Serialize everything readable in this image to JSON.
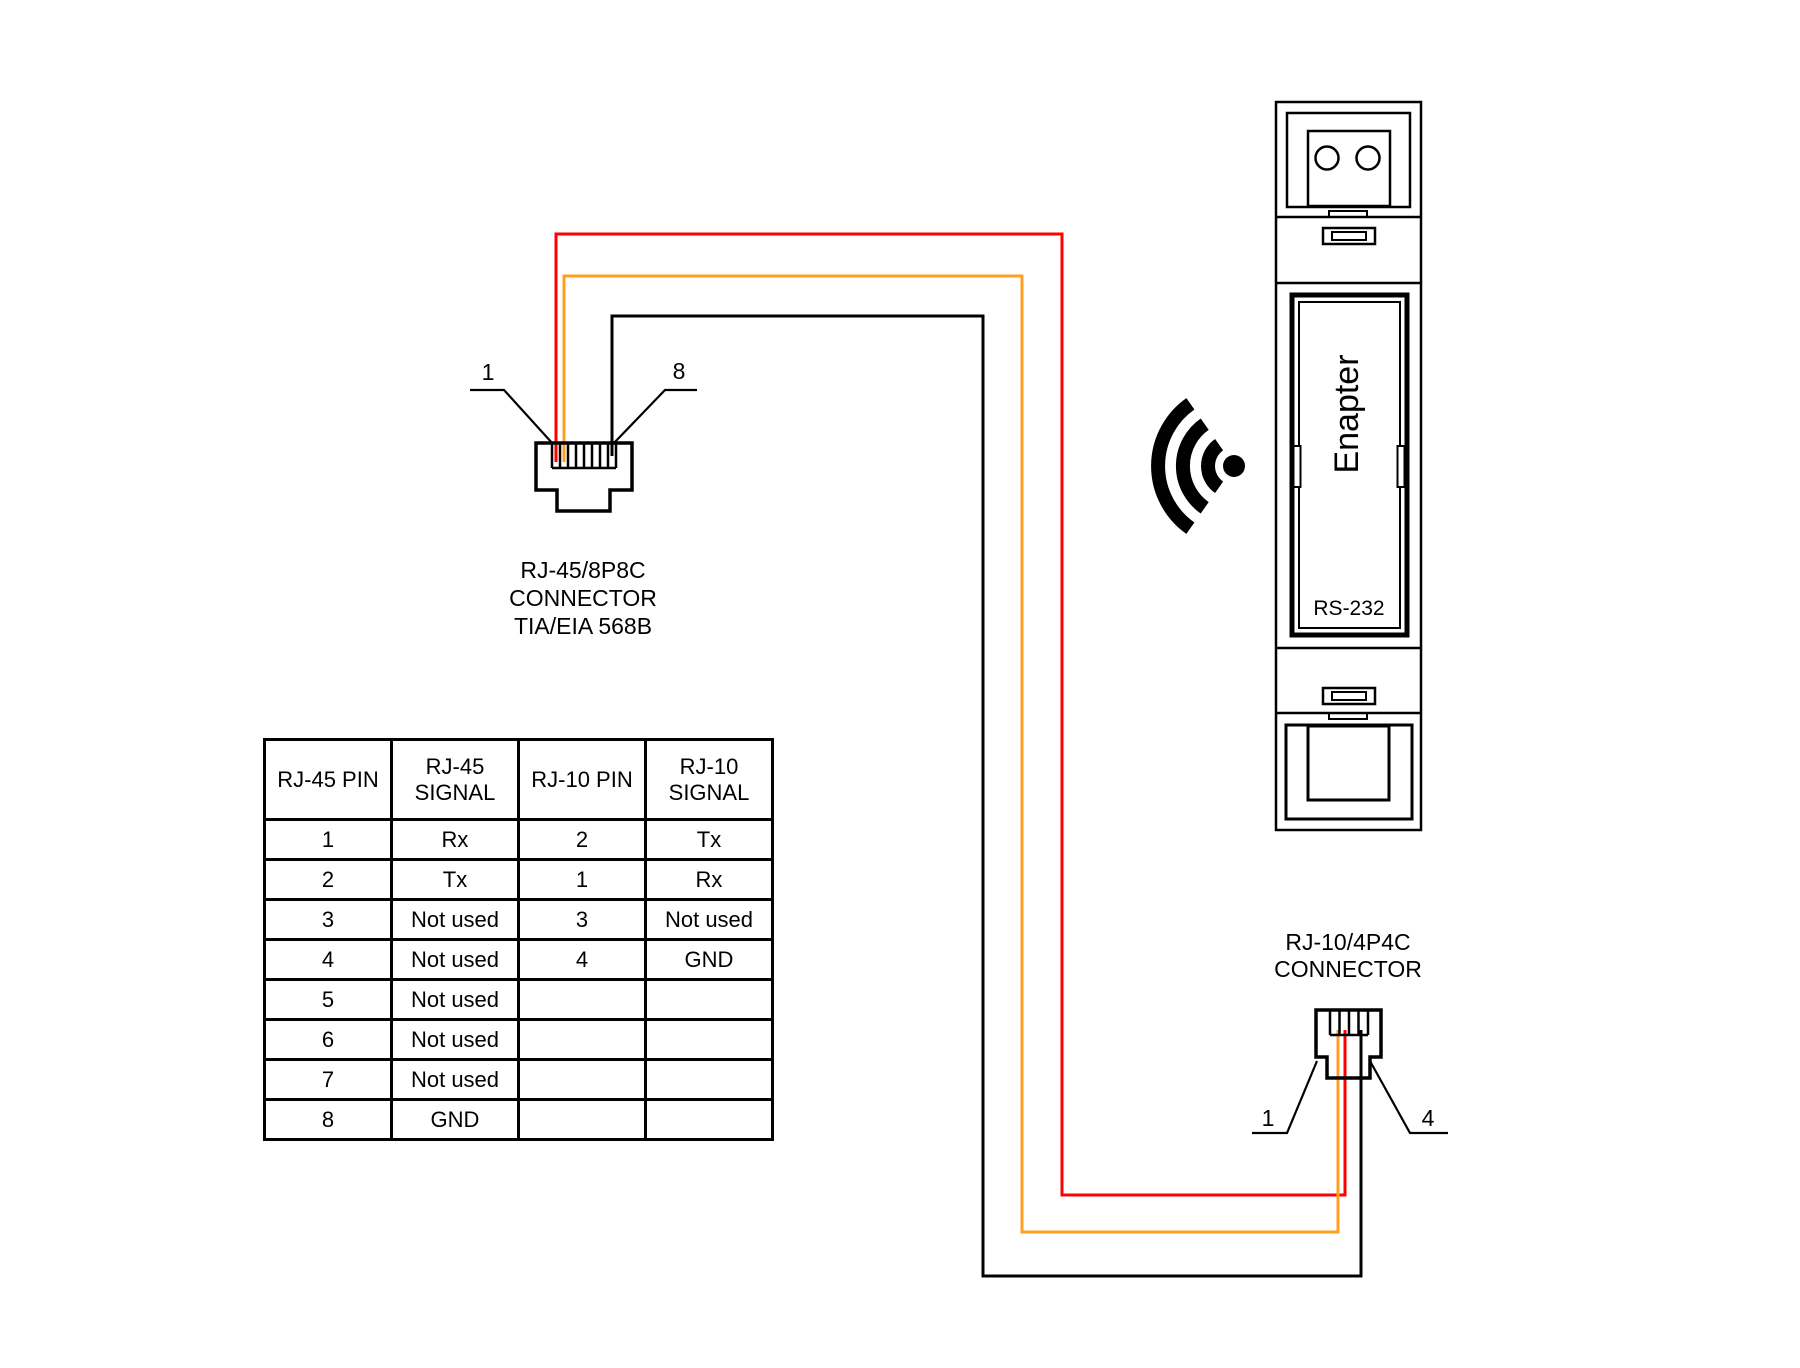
{
  "colors": {
    "wire_red": "#FF0000",
    "wire_orange": "#FFA11F",
    "wire_black": "#000000"
  },
  "rj45": {
    "label": "RJ-45/8P8C\nCONNECTOR\nTIA/EIA 568B",
    "first_pin": "1",
    "last_pin": "8"
  },
  "rj10": {
    "label": "RJ-10/4P4C\nCONNECTOR",
    "first_pin": "1",
    "last_pin": "4"
  },
  "device": {
    "brand": "Enapter",
    "port_label": "RS-232"
  },
  "pinout_table": {
    "headers": [
      "RJ-45 PIN",
      "RJ-45\nSIGNAL",
      "RJ-10 PIN",
      "RJ-10\nSIGNAL"
    ],
    "rows": [
      [
        "1",
        "Rx",
        "2",
        "Tx"
      ],
      [
        "2",
        "Tx",
        "1",
        "Rx"
      ],
      [
        "3",
        "Not used",
        "3",
        "Not used"
      ],
      [
        "4",
        "Not used",
        "4",
        "GND"
      ],
      [
        "5",
        "Not used",
        "",
        ""
      ],
      [
        "6",
        "Not used",
        "",
        ""
      ],
      [
        "7",
        "Not used",
        "",
        ""
      ],
      [
        "8",
        "GND",
        "",
        ""
      ]
    ]
  }
}
